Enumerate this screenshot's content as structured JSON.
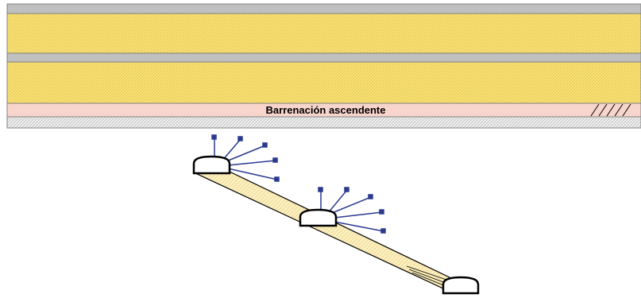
{
  "diagram": {
    "label": "Barrenación ascendente",
    "colors": {
      "rock_grey": "#c0c0c0",
      "ore_yellow": "#f7e07a",
      "hatch_yellow": "#e8c84a",
      "drift_pink": "#f8d5cc",
      "floor_grey": "#d8d8d8",
      "ramp_fill": "#fbefc0",
      "drill_blue": "#2b3a8f",
      "outline": "#000000"
    },
    "drill_station_count": 2,
    "holes_per_station": 5
  }
}
